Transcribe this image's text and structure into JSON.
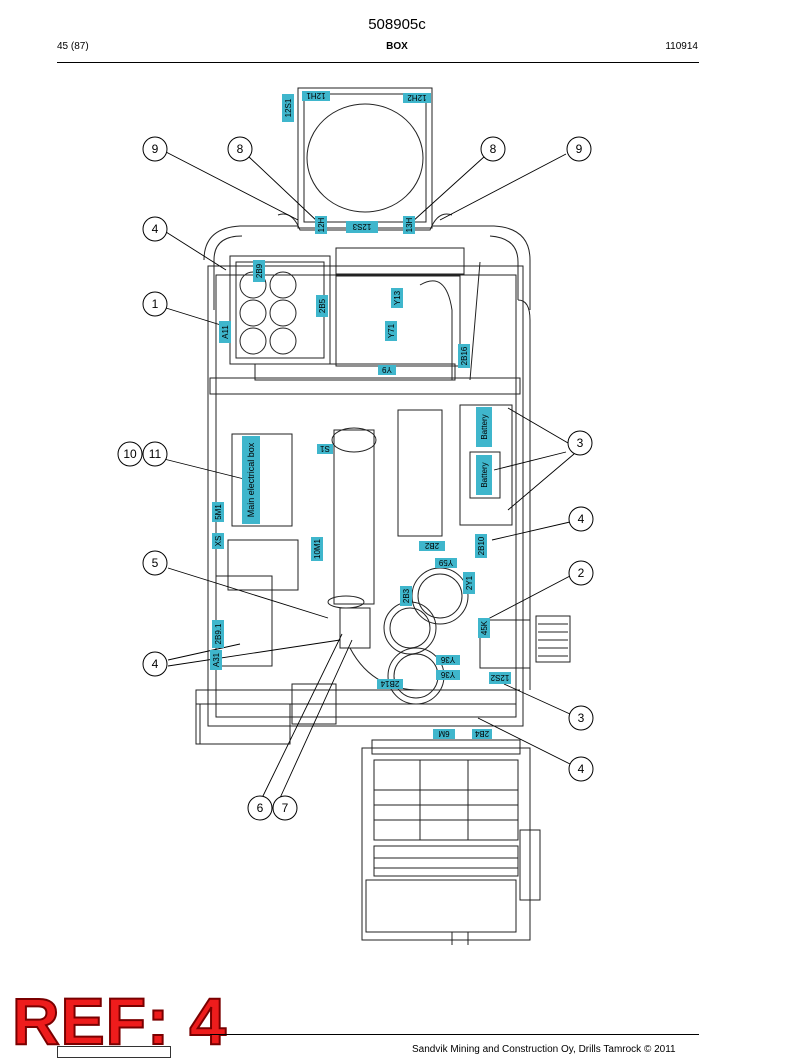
{
  "header": {
    "doc_number": "508905c",
    "page": "45 (87)",
    "section": "BOX",
    "date_code": "110914"
  },
  "callouts": [
    "9",
    "8",
    "8",
    "9",
    "4",
    "1",
    "10",
    "11",
    "5",
    "4",
    "6",
    "7",
    "3",
    "4",
    "2",
    "3",
    "4"
  ],
  "component_labels": {
    "top_left": "12S1",
    "top_1": "12H1",
    "top_right": "12H2",
    "h_left": "12H",
    "s_mid": "12S3",
    "h_right": "13H",
    "b2b9": "2B9",
    "b2b5": "2B5",
    "y13": "Y13",
    "y71": "Y71",
    "a11": "A11",
    "b16": "2B16",
    "y9": "Y9",
    "main_box": "Main electrical box",
    "s1": "S1",
    "bat1": "Battery",
    "bat2": "Battery",
    "m5": "5M1",
    "xs": "XS",
    "b2b10": "2B10",
    "s_2b2": "2B2",
    "y59": "Y59",
    "y1": "2Y1",
    "m10": "10M1",
    "b2b3": "2B3",
    "b291": "2B9.1",
    "a31": "A31",
    "k45": "45K",
    "y36a": "Y36",
    "y36b": "Y36",
    "s12s2": "12S2",
    "b2b14": "2B14",
    "m6": "6M",
    "b2b4": "2B4"
  },
  "stamp": {
    "text": "REF: 4"
  },
  "footer": {
    "copyright": "Sandvik Mining and Construction Oy, Drills Tamrock © 2011"
  }
}
